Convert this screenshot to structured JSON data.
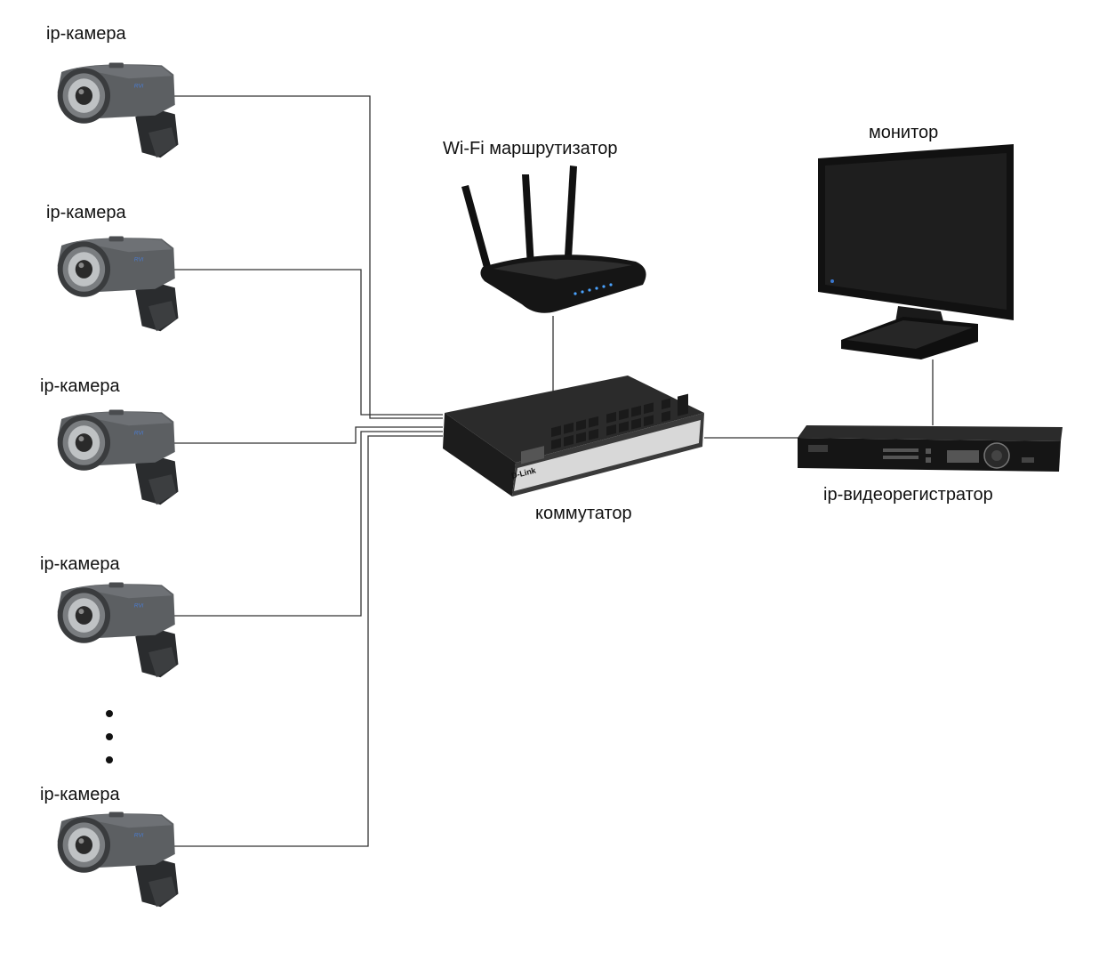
{
  "cameras": [
    {
      "label": "ip-камера"
    },
    {
      "label": "ip-камера"
    },
    {
      "label": "ip-камера"
    },
    {
      "label": "ip-камера"
    },
    {
      "label": "ip-камера"
    }
  ],
  "router": {
    "label": "Wi-Fi маршрутизатор"
  },
  "switch": {
    "label": "коммутатор",
    "brand": "D-Link"
  },
  "monitor": {
    "label": "монитор"
  },
  "nvr": {
    "label": "ip-видеорегистратор"
  },
  "colors": {
    "device_dark": "#2b2b2b",
    "device_body": "#4a4a4a",
    "wire": "#333333",
    "camera_body": "#5c5f62"
  },
  "icons": {
    "camera": "ip-camera-icon",
    "router": "router-icon",
    "switch": "switch-icon",
    "monitor": "monitor-icon",
    "nvr": "nvr-icon"
  }
}
